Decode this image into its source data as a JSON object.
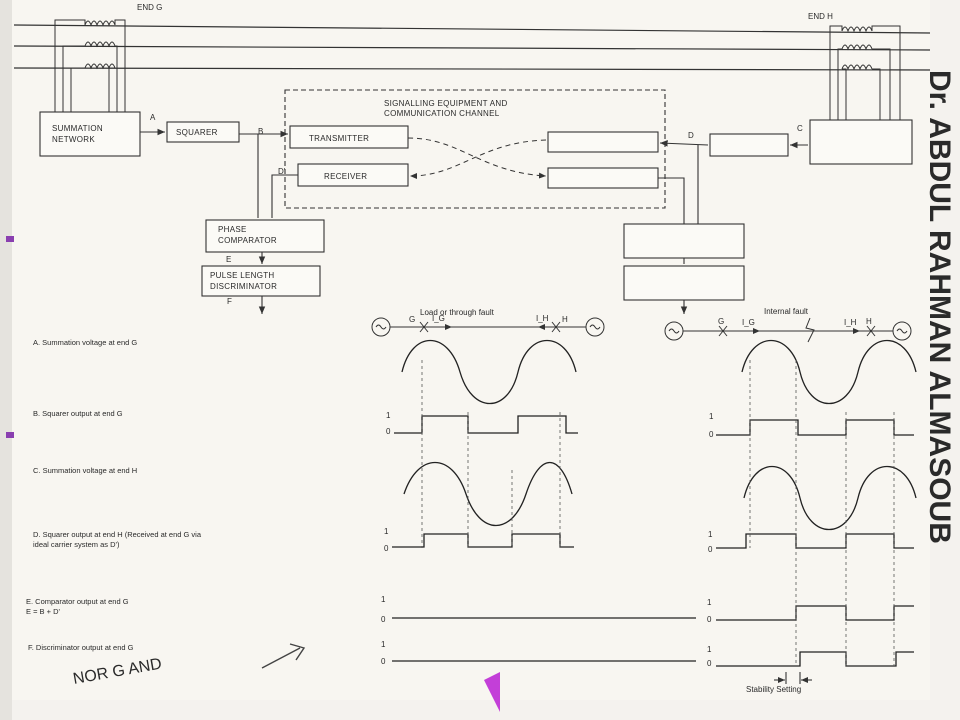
{
  "ends": {
    "g": "END G",
    "h": "END H"
  },
  "blocks": {
    "summation": [
      "SUMMATION",
      "NETWORK"
    ],
    "squarer": "SQUARER",
    "signalling": [
      "SIGNALLING EQUIPMENT AND",
      "COMMUNICATION CHANNEL"
    ],
    "transmitter": "TRANSMITTER",
    "receiver": "RECEIVER",
    "phase": [
      "PHASE",
      "COMPARATOR"
    ],
    "pulse": [
      "PULSE LENGTH",
      "DISCRIMINATOR"
    ]
  },
  "points": {
    "a": "A",
    "b": "B",
    "c": "C",
    "d": "D",
    "dp": "D'",
    "e": "E",
    "f": "F"
  },
  "scenarios": {
    "left": "Load or through fault",
    "right": "Internal fault"
  },
  "fault_markers": {
    "g": "G",
    "h": "H",
    "ig": "I_G",
    "ih": "I_H"
  },
  "rows": [
    {
      "label": [
        "A. Summation voltage at end G"
      ]
    },
    {
      "label": [
        "B. Squarer output at end G"
      ]
    },
    {
      "label": [
        "C. Summation voltage at end H"
      ]
    },
    {
      "label": [
        "D. Squarer output at end H (Received at end G via",
        "ideal carrier system as D')"
      ]
    },
    {
      "label": [
        "E. Comparator output at end G",
        "E = B + D'"
      ]
    },
    {
      "label": [
        "F. Discriminator output at end G"
      ]
    }
  ],
  "levels": {
    "one": "1",
    "zero": "0"
  },
  "stability": "Stability Setting",
  "watermark": "Dr. ABDUL RAHMAN ALMASOUB",
  "handwriting": "NOR  G  AND"
}
